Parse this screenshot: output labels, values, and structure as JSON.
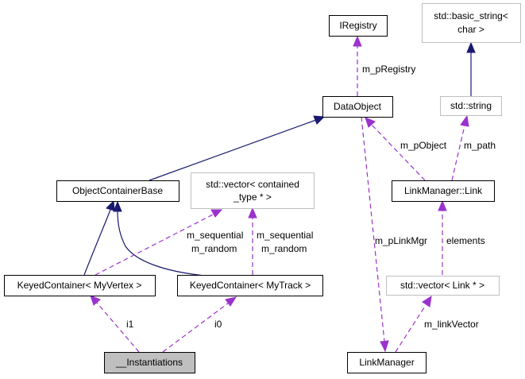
{
  "nodes": {
    "iregistry": "IRegistry",
    "basic_string_line1": "std::basic_string<",
    "basic_string_line2": "char >",
    "data_object": "DataObject",
    "std_string": "std::string",
    "object_container_base": "ObjectContainerBase",
    "vector_contained_line1": "std::vector< contained",
    "vector_contained_line2": "_type * >",
    "link_manager_link": "LinkManager::Link",
    "keyed_container_vertex": "KeyedContainer< MyVertex >",
    "keyed_container_track": "KeyedContainer< MyTrack >",
    "vector_link": "std::vector< Link * >",
    "instantiations": "__Instantiations",
    "link_manager": "LinkManager"
  },
  "edge_labels": {
    "m_pRegistry": "m_pRegistry",
    "m_pObject": "m_pObject",
    "m_path": "m_path",
    "m_sequential_left": "m_sequential",
    "m_random_left": "m_random",
    "m_sequential_right": "m_sequential",
    "m_random_right": "m_random",
    "m_pLinkMgr": "m_pLinkMgr",
    "elements": "elements",
    "m_linkVector": "m_linkVector",
    "i1": "i1",
    "i0": "i0"
  },
  "colors": {
    "inheritance_edge": "#191970",
    "usage_edge": "#9a32cd",
    "focus_node_fill": "#bfbfbf",
    "external_node_border": "#bfbfbf"
  }
}
